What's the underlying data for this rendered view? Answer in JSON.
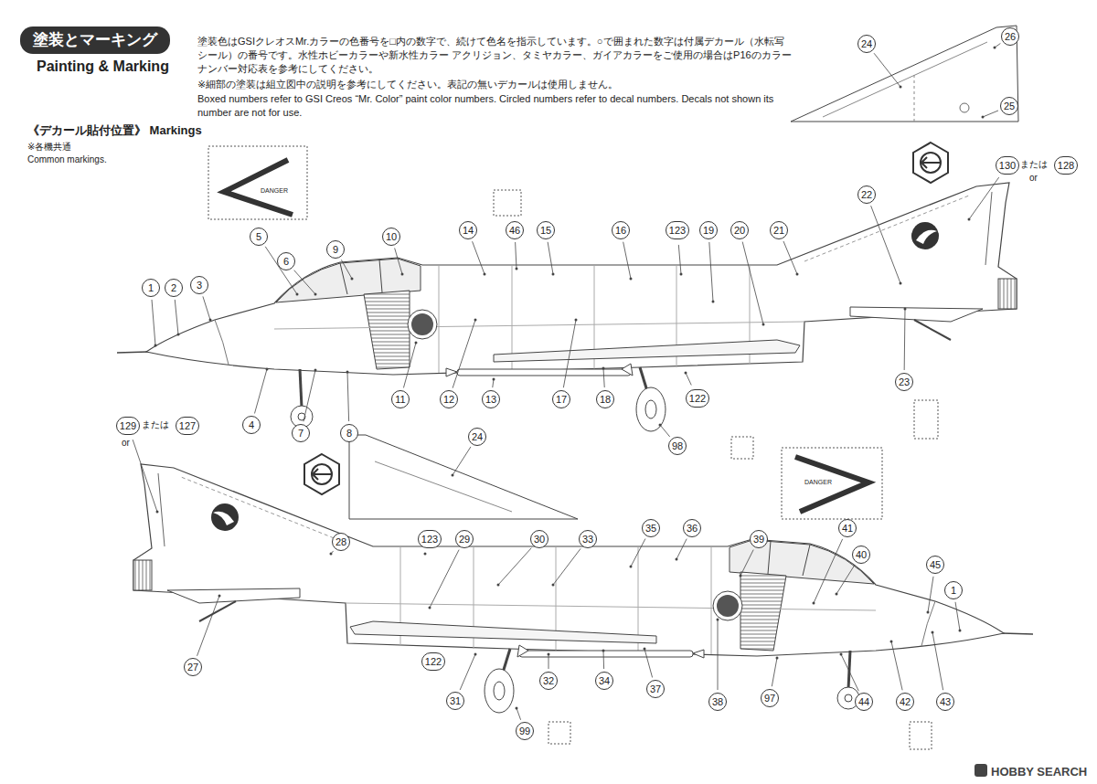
{
  "diagram": {
    "title": "塗装とマーキング",
    "labels": [
      "Painting & Marking",
      "塗装色はGSIクレオスMr.カラーの色番号を□内の数字で、続けて色名を指示しています。○で囲まれた数字は付属デカール（水転写シール）の番号です。水性ホビーカラーや新水性カラー アクリジョン、タミヤカラー、ガイアカラーをご使用の場合はP16のカラーナンバー対応表を参考にしてください。",
      "※細部の塗装は組立図中の説明を参考にしてください。表記の無いデカールは使用しません。",
      "Boxed numbers refer to GSI Creos “Mr. Color” paint color numbers. Circled numbers refer to decal numbers. Decals not shown its number are not for use.",
      "《デカール貼付位置》 Markings",
      "※各機共通",
      "Common markings.",
      "1",
      "2",
      "3",
      "4",
      "5",
      "6",
      "9",
      "10",
      "14",
      "46",
      "15",
      "16",
      "123",
      "19",
      "20",
      "21",
      "22",
      "23",
      "7",
      "8",
      "11",
      "12",
      "13",
      "17",
      "18",
      "122",
      "98",
      "130",
      "または",
      "128",
      "or",
      "24",
      "26",
      "25",
      "129",
      "または",
      "127",
      "or",
      "24",
      "28",
      "123",
      "29",
      "30",
      "33",
      "35",
      "36",
      "39",
      "41",
      "40",
      "45",
      "1",
      "27",
      "122",
      "31",
      "32",
      "34",
      "37",
      "38",
      "99",
      "97",
      "44",
      "42",
      "43",
      "DANGER",
      "DANGER",
      "HOBBY SEARCH"
    ]
  }
}
